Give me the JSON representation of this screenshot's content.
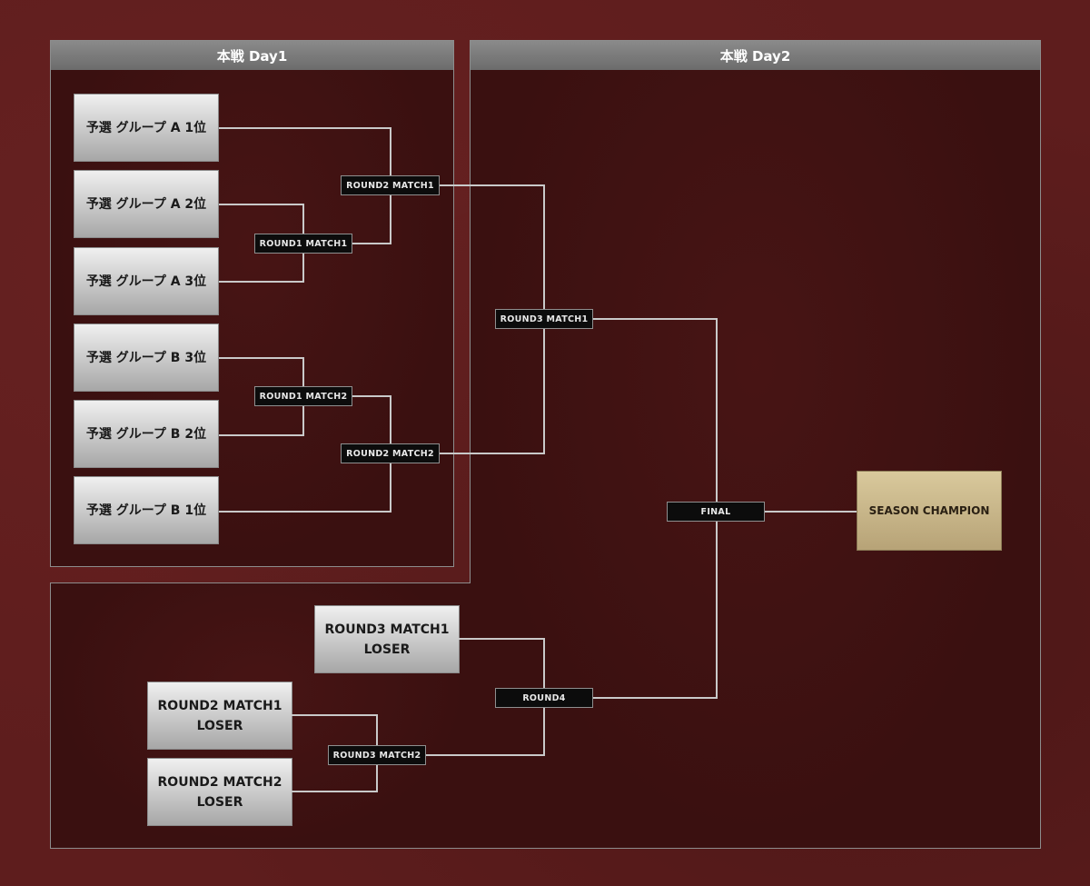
{
  "day1": {
    "title": "本戦 Day1"
  },
  "day2": {
    "title": "本戦 Day2"
  },
  "teams": {
    "a1": "予選 グループ A 1位",
    "a2": "予選 グループ A 2位",
    "a3": "予選 グループ A 3位",
    "b3": "予選 グループ B 3位",
    "b2": "予選 グループ B 2位",
    "b1": "予選 グループ B 1位"
  },
  "losers": {
    "r3m1": [
      "ROUND3 MATCH1",
      "LOSER"
    ],
    "r2m1": [
      "ROUND2 MATCH1",
      "LOSER"
    ],
    "r2m2": [
      "ROUND2 MATCH2",
      "LOSER"
    ]
  },
  "matches": {
    "r1m1": "ROUND1 MATCH1",
    "r1m2": "ROUND1 MATCH2",
    "r2m1": "ROUND2 MATCH1",
    "r2m2": "ROUND2 MATCH2",
    "r3m1": "ROUND3 MATCH1",
    "r3m2": "ROUND3 MATCH2",
    "r4": "ROUND4",
    "final": "FINAL"
  },
  "champion": "SEASON CHAMPION",
  "colors": {
    "line": "#c9c9c9",
    "background": "#5e1d1d"
  }
}
